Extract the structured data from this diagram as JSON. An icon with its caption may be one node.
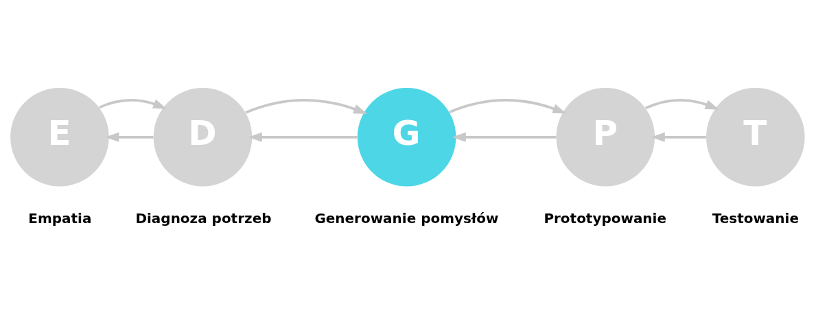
{
  "diagram": {
    "nodes": [
      {
        "text": [
          "E"
        ],
        "beside": [
          "Empatia"
        ]
      },
      {
        "text": [
          "D"
        ],
        "beside": [
          "Diagnoza potrzeb"
        ]
      },
      {
        "text": [
          "G"
        ],
        "beside": [
          "Generowanie pomysłów"
        ]
      },
      {
        "text": [
          "P"
        ],
        "beside": [
          "Prototypowanie"
        ]
      },
      {
        "text": [
          "T"
        ],
        "beside": [
          "Testowanie"
        ]
      }
    ],
    "edges": [
      {
        "from": 1,
        "to": 0,
        "arrow": "to"
      },
      {
        "from": 2,
        "to": 1,
        "arrow": "to"
      },
      {
        "from": 3,
        "to": 2,
        "arrow": "to"
      },
      {
        "from": 4,
        "to": 3,
        "arrow": "to"
      },
      {
        "from": 0,
        "to": 1,
        "arrow": "to"
      },
      {
        "from": 1,
        "to": 2,
        "arrow": "to"
      },
      {
        "from": 2,
        "to": 3,
        "arrow": "to"
      },
      {
        "from": 3,
        "to": 4,
        "arrow": "to"
      }
    ]
  }
}
